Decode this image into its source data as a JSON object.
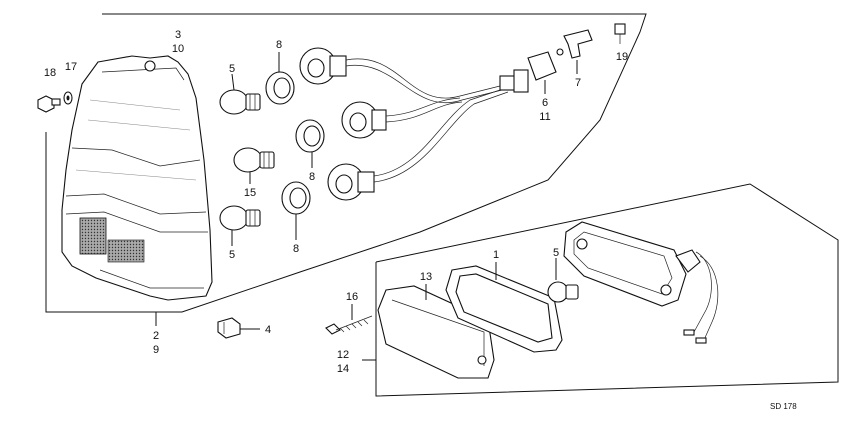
{
  "labels": {
    "l3": "3",
    "l10": "10",
    "l8a": "8",
    "l5a": "5",
    "l18": "18",
    "l17": "17",
    "l19": "19",
    "l7": "7",
    "l6": "6",
    "l11": "11",
    "l15": "15",
    "l8b": "8",
    "l8c": "8",
    "l5b": "5",
    "l2": "2",
    "l9": "9",
    "l4": "4",
    "l1": "1",
    "l5c": "5",
    "l13": "13",
    "l16": "16",
    "l12": "12",
    "l14": "14"
  },
  "code": "SD 178",
  "colors": {
    "ink": "#111111",
    "paper": "#ffffff"
  }
}
